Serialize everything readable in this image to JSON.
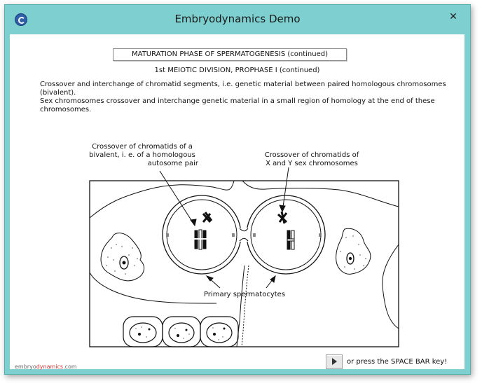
{
  "window": {
    "title": "Embryodynamics Demo",
    "close_glyph": "✕"
  },
  "content": {
    "heading": "MATURATION PHASE OF SPERMATOGENESIS (continued)",
    "subheading": "1st MEIOTIC DIVISION, PROPHASE I (continued)",
    "paragraph1": "Crossover and interchange of chromatid segments, i.e. genetic material between paired homologous chromosomes (bivalent).",
    "paragraph2": "Sex chromosomes crossover and interchange genetic material in a small region of homology at the end of these chromosomes."
  },
  "diagram": {
    "label_left_1": "Crossover of chromatids of a",
    "label_left_2": "bivalent, i. e. of a homologous",
    "label_left_3": "autosome pair",
    "label_right_1": "Crossover of chromatids of",
    "label_right_2": "X and Y sex chromosomes",
    "label_bottom": "Primary spermatocytes"
  },
  "footer": {
    "hint": "or press the SPACE BAR key!",
    "watermark_a": "embryo",
    "watermark_b": "dynamics",
    "watermark_c": ".com"
  },
  "icons": {
    "app": "app-icon",
    "next": "play-icon"
  }
}
